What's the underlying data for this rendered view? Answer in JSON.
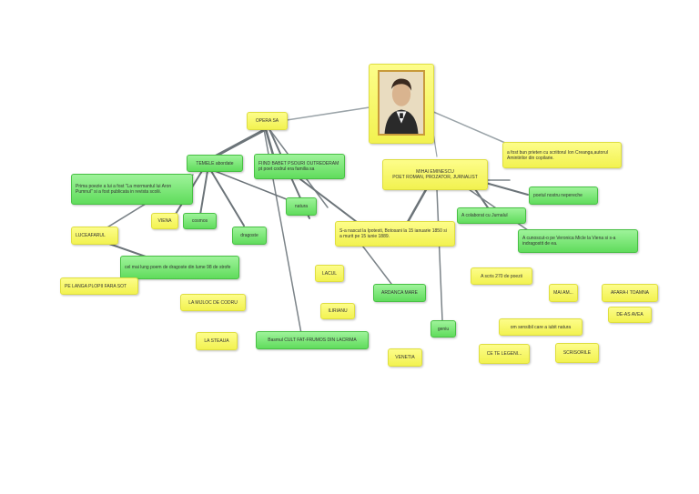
{
  "diagram": {
    "center_portrait": "portrait-icon",
    "nodes": {
      "opera": "OPERA SA",
      "teme": "TEMELE abordate",
      "first_poem": "Prima poezie a lui a fost \"La mormantul lui Aron Pumnul\" si a fost publicata in revista scolii.",
      "fiind": "FIIND BABET PSOURI OUTREDERAM pt poet codrul era familia sa",
      "natura": "natura",
      "eminescu": "MIHAI EMINESCU\nPOET ROMAN, PROZATOR, JURNALIST",
      "friend": "a fost bun prieten cu scriitorul Ion Creanga,autorul Amintirilor din copilarie.",
      "national": "poetul nostru nepereche",
      "born": "S-a nascut la Ipotesti, Botosani la 15 ianuarie 1850 si a murit pe 15 iunie 1889.",
      "colaborat": "A colaborat cu Jurnalul",
      "veronica": "A cunoscut-o pe Veronica Micle la Viena si s-a indragostit de ea.",
      "luceafarul": "LUCEAFARUL",
      "viena": "VIENA",
      "cosmos": "cosmos",
      "dragoste": "dragoste",
      "poem_long": "cel mai lung poem de dragoste din lume 98 de strofe",
      "pe_langa": "PE LANGA PLOPII FARA SOT",
      "lacul": "LACUL",
      "la_mijloc": "LA MIJLOC DE CODRU",
      "ardanca": "ARDANCA MARE",
      "ilirianu": "ILIRIANU",
      "la_steaua": "LA STEAUA",
      "basmul": "Basmul CULT FAT-FRUMOS DIN LACRIMA",
      "geniu": "geniu",
      "venetia": "VENETIA",
      "poems_count": "A scris 270 de poezii",
      "sensibil": "om sensibil care a iubit natura",
      "ce_te_legeni": "CE TE LEGENI...",
      "scrisorile": "SCRISORILE",
      "mai_am": "MAI AM...",
      "afara": "AFARA-I TOAMNA",
      "de_ag_avea": "DE-AS AVEA"
    }
  }
}
